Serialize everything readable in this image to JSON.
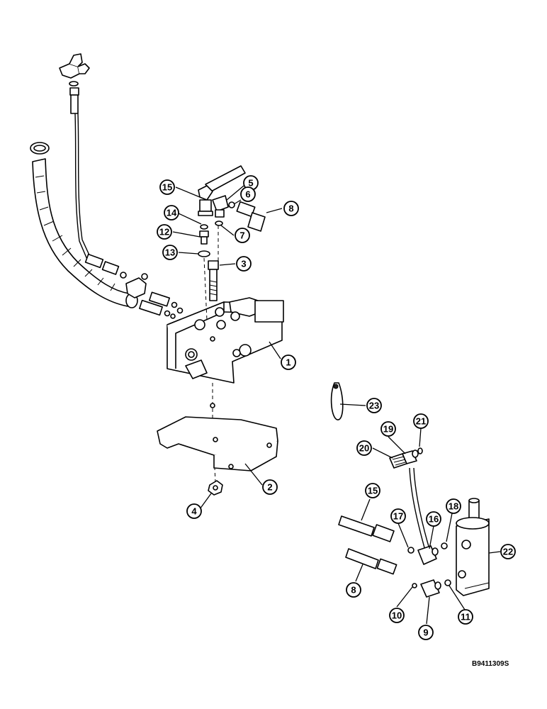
{
  "figure_id": "B9411309S",
  "callouts": [
    {
      "label": "1"
    },
    {
      "label": "2"
    },
    {
      "label": "3"
    },
    {
      "label": "4"
    },
    {
      "label": "5"
    },
    {
      "label": "6"
    },
    {
      "label": "7"
    },
    {
      "label": "8"
    },
    {
      "label": "12"
    },
    {
      "label": "13"
    },
    {
      "label": "14"
    },
    {
      "label": "15"
    },
    {
      "label": "23"
    },
    {
      "label": "19"
    },
    {
      "label": "21"
    },
    {
      "label": "20"
    },
    {
      "label": "15"
    },
    {
      "label": "17"
    },
    {
      "label": "16"
    },
    {
      "label": "18"
    },
    {
      "label": "22"
    },
    {
      "label": "8"
    },
    {
      "label": "10"
    },
    {
      "label": "9"
    },
    {
      "label": "11"
    }
  ]
}
